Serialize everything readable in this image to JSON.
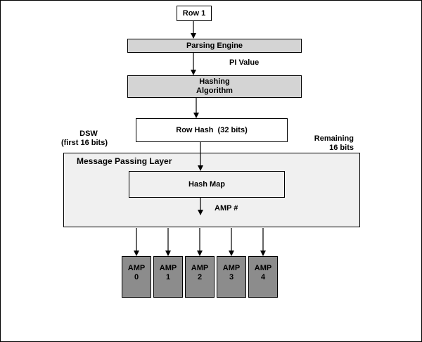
{
  "diagram": {
    "row": "Row 1",
    "parsing_engine": "Parsing Engine",
    "pi_value": "PI Value",
    "hashing": {
      "line1": "Hashing",
      "line2": "Algorithm"
    },
    "row_hash": "Row Hash  (32 bits)",
    "dsw": {
      "line1": "DSW",
      "line2": "(first 16 bits)"
    },
    "remaining": {
      "line1": "Remaining",
      "line2": "16 bits"
    },
    "message_passing_layer": "Message Passing Layer",
    "hash_map": "Hash Map",
    "amp_number": "AMP #",
    "amps": [
      {
        "label": "AMP",
        "id": "0"
      },
      {
        "label": "AMP",
        "id": "1"
      },
      {
        "label": "AMP",
        "id": "2"
      },
      {
        "label": "AMP",
        "id": "3"
      },
      {
        "label": "AMP",
        "id": "4"
      }
    ]
  },
  "colors": {
    "shaded_box": "#d4d4d4",
    "layer_fill": "#f0f0f0",
    "amp_fill": "#8c8c8c",
    "white_box": "#ffffff",
    "line": "#000000"
  }
}
